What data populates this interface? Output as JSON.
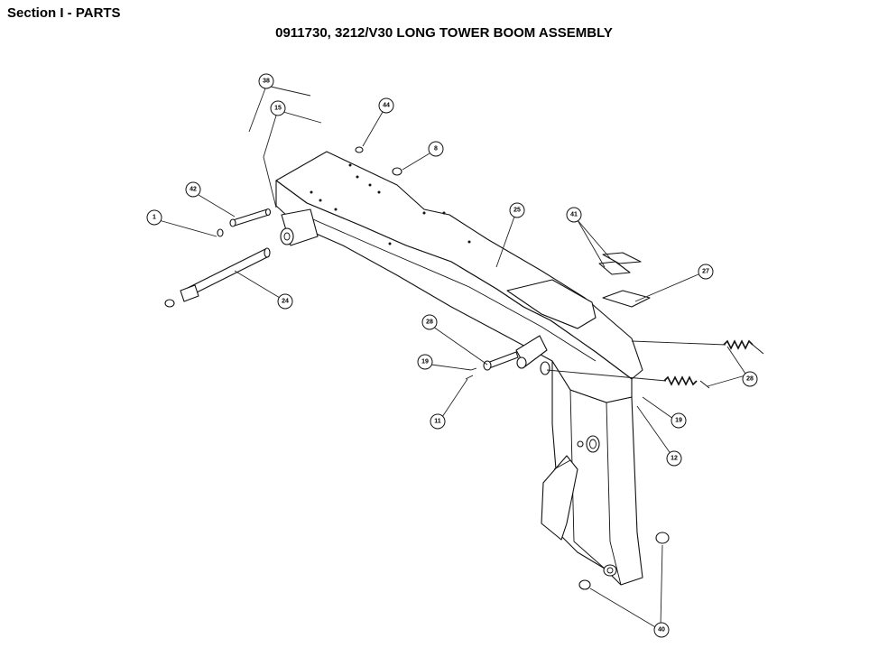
{
  "header": {
    "section": "Section I - PARTS",
    "title": "0911730, 3212/V30 LONG TOWER BOOM ASSEMBLY"
  },
  "callouts": [
    {
      "id": "38",
      "label": "38"
    },
    {
      "id": "15",
      "label": "15"
    },
    {
      "id": "44",
      "label": "44"
    },
    {
      "id": "8",
      "label": "8"
    },
    {
      "id": "42",
      "label": "42"
    },
    {
      "id": "1",
      "label": "1"
    },
    {
      "id": "25",
      "label": "25"
    },
    {
      "id": "41",
      "label": "41"
    },
    {
      "id": "27",
      "label": "27"
    },
    {
      "id": "24",
      "label": "24"
    },
    {
      "id": "28a",
      "label": "28"
    },
    {
      "id": "19a",
      "label": "19"
    },
    {
      "id": "11",
      "label": "11"
    },
    {
      "id": "28b",
      "label": "28"
    },
    {
      "id": "19b",
      "label": "19"
    },
    {
      "id": "12",
      "label": "12"
    },
    {
      "id": "40",
      "label": "40"
    }
  ]
}
